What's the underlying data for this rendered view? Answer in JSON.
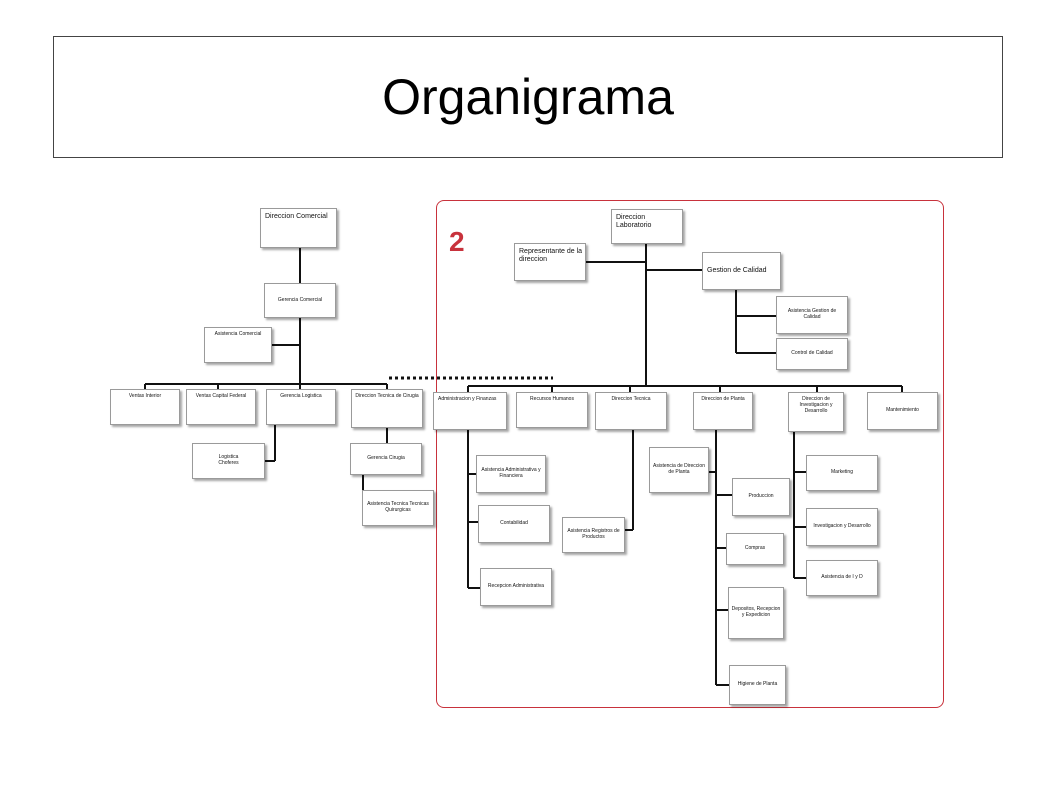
{
  "title": "Organigrama",
  "region_label": "2",
  "colors": {
    "frame_border": "#444444",
    "region_border": "#c8323c",
    "region_label": "#c8323c",
    "box_border": "#9a9a9a",
    "line": "#111111"
  },
  "nodes": {
    "direccion_comercial": "Direccion Comercial",
    "gerencia_comercial": "Gerencia Comercial",
    "asistencia_comercial": "Asistencia Comercial",
    "ventas_interior": "Ventas Interior",
    "ventas_capital_federal": "Ventas Capital Federal",
    "gerencia_logistica": "Gerencia Logistica",
    "logistica_choferes": "Logistica\nChoferes",
    "direccion_tecnica_cirugia": "Direccion Tecnica de Cirugia",
    "gerencia_cirugia": "Gerencia Cirugia",
    "asistencia_tecnica_quirurgicas": "Asistencia Tecnica Tecnicas Quirurgicas",
    "direccion_laboratorio": "Direccion Laboratorio",
    "representante_direccion": "Representante de la direccion",
    "gestion_calidad": "Gestion de Calidad",
    "asistencia_gestion_calidad": "Asistencia Gestion de Calidad",
    "control_calidad": "Control de Calidad",
    "administracion_finanzas": "Administracion y Finanzas",
    "recursos_humanos": "Recursos Humanos",
    "direccion_tecnica": "Direccion Tecnica",
    "direccion_planta": "Direccion de Planta",
    "direccion_investigacion": "Direccion de Investigacion y Desarrollo",
    "mantenimiento": "Mantenimiento",
    "asistencia_administrativa": "Asistencia Administrativa y Financiera",
    "contabilidad": "Contabilidad",
    "recepcion_administrativa": "Recepcion Administrativa",
    "asistencia_registros": "Asistencia Registros de Productos",
    "asistencia_direccion_planta": "Asistencia de Direccion de Planta",
    "produccion": "Produccion",
    "compras": "Compras",
    "depositos": "Depositos, Recepcion y Expedicion",
    "higiene_planta": "Higiene de Planta",
    "marketing": "Marketing",
    "investigacion_desarrollo": "Investigacion y Desarrollo",
    "asistencia_id": "Asistencia de I y D"
  }
}
